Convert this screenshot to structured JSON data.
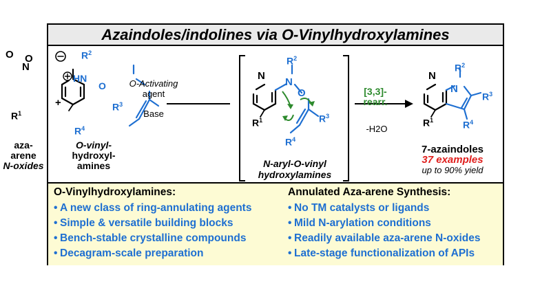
{
  "title": "Azaindoles/indolines via O-Vinylhydroxylamines",
  "scheme": {
    "reactant1_labels": [
      "aza-",
      "arene",
      "N-oxides"
    ],
    "reactant2_labels": [
      "O-vinyl-",
      "hydroxyl-",
      "amines"
    ],
    "plus": "+",
    "reagent_top_1": "O-Activating",
    "reagent_top_2": "agent",
    "reagent_bottom": "Base",
    "intermediate_labels": [
      "N-aryl-O-vinyl",
      "hydroxylamines"
    ],
    "rearr_line1": "[3,3]-",
    "rearr_line2": "rearr.",
    "water_loss": "-H2O",
    "product_label": "7-azaindoles",
    "examples": "37 examples",
    "yield": "up to 90% yield",
    "atoms": {
      "N": "N",
      "O": "O",
      "H": "H",
      "R": "R"
    },
    "substituents": {
      "r1": "1",
      "r2": "2",
      "r3": "3",
      "r4": "4"
    }
  },
  "left_panel": {
    "heading": "O-Vinylhydroxylamines:",
    "items": [
      "A new class of ring-annulating agents",
      "Simple & versatile building blocks",
      "Bench-stable crystalline compounds",
      "Decagram-scale preparation"
    ]
  },
  "right_panel": {
    "heading": "Annulated Aza-arene Synthesis:",
    "items": [
      "No TM catalysts or ligands",
      "Mild N-arylation conditions",
      "Readily available aza-arene N-oxides",
      "Late-stage functionalization of APIs"
    ]
  },
  "bullet": "•",
  "colors": {
    "blue": "#1e6fd1",
    "green": "#2d8a2d",
    "red": "#e0201e",
    "black": "#000000"
  }
}
